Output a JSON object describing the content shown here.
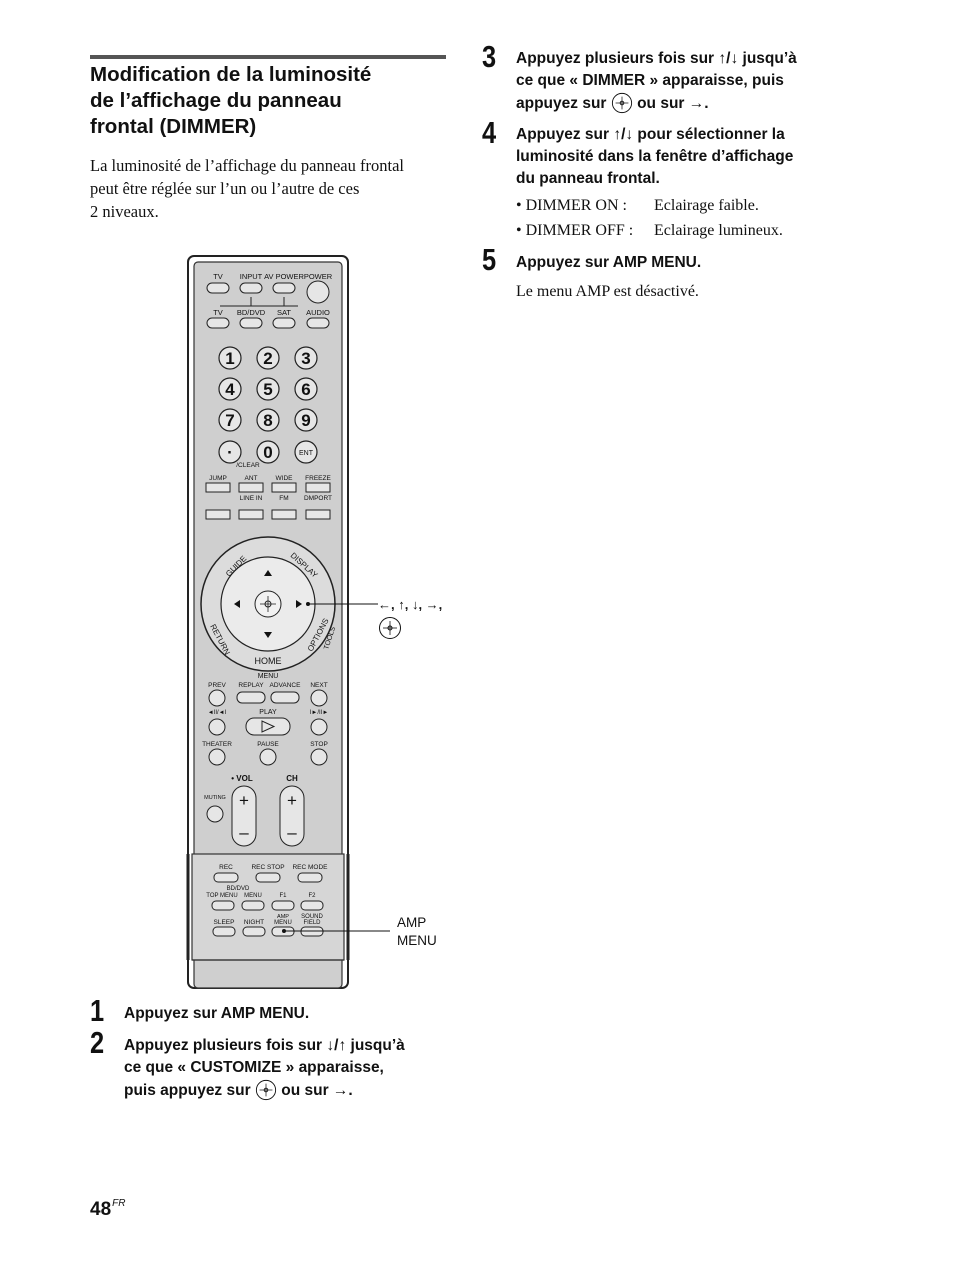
{
  "section": {
    "title_lines": [
      "Modification de la luminosité",
      "de l’affichage du panneau",
      "frontal (DIMMER)"
    ],
    "intro_lines": [
      "La luminosité de l’affichage du panneau frontal",
      "peut être réglée sur l’un ou l’autre de ces",
      "2 niveaux."
    ]
  },
  "steps": {
    "s1": {
      "num": "1",
      "lines": [
        "Appuyez sur AMP MENU."
      ]
    },
    "s2": {
      "num": "2",
      "line1": "Appuyez plusieurs fois sur ↓/↑ jusqu’à",
      "line2": "ce que « CUSTOMIZE » apparaisse,",
      "line3_a": "puis appuyez sur",
      "line3_b": "ou sur →."
    },
    "s3": {
      "num": "3",
      "line1": "Appuyez plusieurs fois sur ↑/↓ jusqu’à",
      "line2": "ce que « DIMMER » apparaisse, puis",
      "line3_a": "appuyez sur",
      "line3_b": "ou sur →."
    },
    "s4": {
      "num": "4",
      "lines": [
        "Appuyez sur ↑/↓ pour sélectionner la",
        "luminosité dans la fenêtre d’affichage",
        "du panneau frontal."
      ],
      "bullets": [
        {
          "term": "• DIMMER ON :",
          "desc": "Eclairage faible."
        },
        {
          "term": "• DIMMER OFF :",
          "desc": "Eclairage lumineux."
        }
      ]
    },
    "s5": {
      "num": "5",
      "line": "Appuyez sur AMP MENU.",
      "result": "Le menu AMP est désactivé."
    }
  },
  "remote": {
    "callout_arrows": "←, ↑, ↓, →,",
    "callout_amp": [
      "AMP",
      "MENU"
    ],
    "top_labels": [
      "TV",
      "INPUT",
      "AV POWER",
      "POWER"
    ],
    "source_labels": [
      "TV",
      "BD/DVD",
      "SAT",
      "AUDIO"
    ],
    "digits": [
      "1",
      "2",
      "3",
      "4",
      "5",
      "6",
      "7",
      "8",
      "9",
      "·",
      "0",
      "ENT"
    ],
    "clear_label": "/CLEAR",
    "func_row1": [
      "JUMP",
      "ANT",
      "WIDE",
      "FREEZE"
    ],
    "func_row2": [
      "LINE IN",
      "FM",
      "DMPORT"
    ],
    "ring_labels": [
      "GUIDE",
      "DISPLAY",
      "RETURN",
      "OPTIONS",
      "TOOLS",
      "HOME",
      "MENU"
    ],
    "transport_top": [
      "PREV",
      "REPLAY",
      "ADVANCE",
      "NEXT"
    ],
    "play_label": "PLAY",
    "transport_mid": [
      "◄II/◄I",
      "I►/II►"
    ],
    "transport_bot": [
      "THEATER",
      "PAUSE",
      "STOP"
    ],
    "vol_label": "• VOL",
    "ch_label": "CH",
    "muting_label": "MUTING",
    "rec_row": [
      "REC",
      "REC STOP",
      "REC MODE"
    ],
    "menu_row": [
      "BD/DVD",
      "TOP MENU",
      "MENU",
      "F1",
      "F2"
    ],
    "bottom_row": [
      "SLEEP",
      "NIGHT",
      "AMP",
      "MENU",
      "SOUND",
      "FIELD"
    ]
  },
  "page": {
    "number": "48",
    "suffix": "FR"
  }
}
